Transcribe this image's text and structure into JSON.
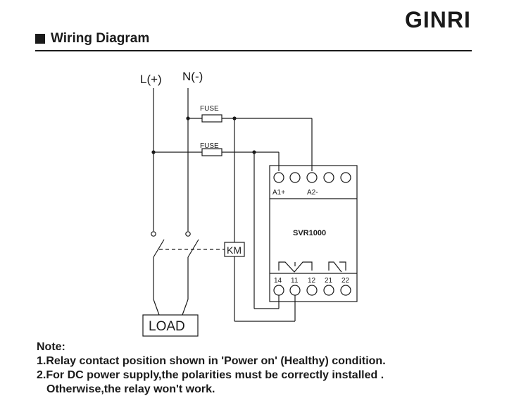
{
  "brand": "GINRI",
  "header": {
    "title": "Wiring Diagram"
  },
  "diagram": {
    "terminal_L": "L(+)",
    "terminal_N": "N(-)",
    "fuse_top": "FUSE",
    "fuse_bottom": "FUSE",
    "contactor": "KM",
    "load": "LOAD",
    "relay": {
      "model": "SVR1000",
      "coil_a1": "A1+",
      "coil_a2": "A2-",
      "contacts": [
        "14",
        "11",
        "12",
        "21",
        "22"
      ]
    }
  },
  "notes": {
    "heading": "Note:",
    "line1": "1.Relay contact position shown in 'Power on' (Healthy) condition.",
    "line2": "2.For DC power supply,the polarities must be correctly installed .",
    "line3": "Otherwise,the relay won't work."
  }
}
